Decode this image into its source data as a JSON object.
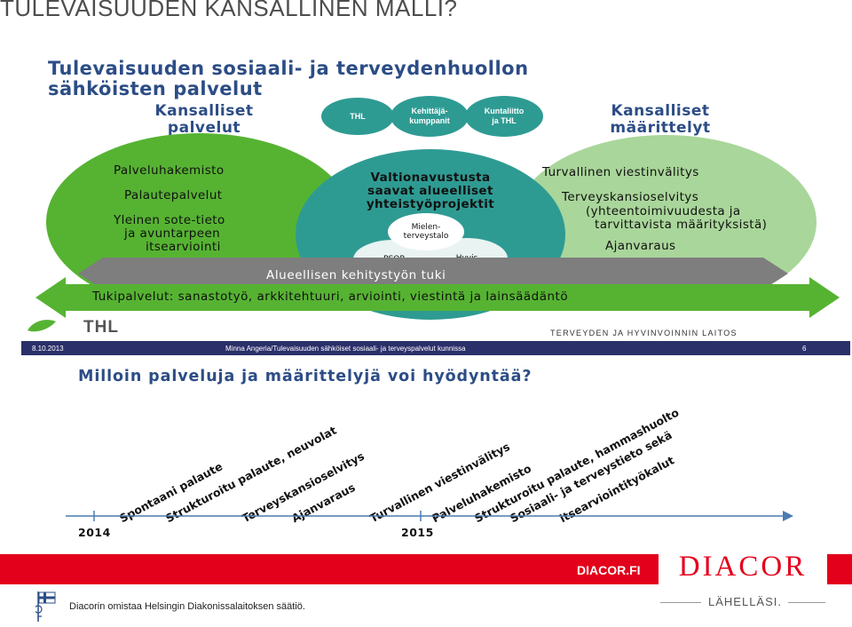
{
  "slide_title": "TULEVAISUUDEN KANSALLINEN MALLI?",
  "panel": {
    "title_line1": "Tulevaisuuden sosiaali- ja terveydenhuollon",
    "title_line2": "sähköisten palvelut",
    "left_head_line1": "Kansalliset",
    "left_head_line2": "palvelut",
    "right_head_line1": "Kansalliset",
    "right_head_line2": "määrittelyt",
    "pills": [
      {
        "line1": "THL",
        "line2": ""
      },
      {
        "line1": "Kehittäjä-",
        "line2": "kumppanit"
      },
      {
        "line1": "Kuntaliitto",
        "line2": "ja THL"
      }
    ],
    "left_items": [
      "Palveluhakemisto",
      "Palautepalvelut",
      "Yleinen sote-tieto",
      "ja avuntarpeen",
      "itsearviointi"
    ],
    "center_title": [
      "Valtionavustusta",
      "saavat alueelliset",
      "yhteistyöprojektit"
    ],
    "center_circles": [
      {
        "line1": "Mielen-",
        "line2": "terveystalo"
      },
      {
        "line1": "PSOP",
        "line2": ""
      },
      {
        "line1": "Hyvis",
        "line2": ""
      }
    ],
    "right_items": [
      "Turvallinen viestinvälitys",
      "Terveyskansioselvitys",
      "(yhteentoimivuudesta ja",
      "tarvittavista määrityksistä)",
      "Ajanvaraus"
    ],
    "band": "Alueellisen kehitystyön tuki",
    "support": "Tukipalvelut: sanastotyö, arkkitehtuuri, arviointi, viestintä ja lainsäädäntö",
    "thl_logo": "THL",
    "institute": "TERVEYDEN JA HYVINVOINNIN LAITOS",
    "footer_date": "8.10.2013",
    "footer_author": "Minna Angeria/Tulevaisuuden sähköiset sosiaali- ja terveyspalvelut kunnissa",
    "footer_page": "6"
  },
  "question": "Milloin palveluja ja määrittelyjä voi hyödyntää?",
  "timeline": {
    "years": [
      "2014",
      "2015"
    ],
    "labels_2014": [
      "Spontaani palaute",
      "Strukturoitu palaute, neuvolat",
      "Terveyskansioselvitys",
      "Ajanvaraus"
    ],
    "labels_2015": [
      "Turvallinen viestinvälitys",
      "Palveluhakemisto",
      "Strukturoitu palaute, hammashuolto",
      "Sosiaali- ja terveystieto sekä",
      "itsearviointityökalut"
    ]
  },
  "footer": {
    "url": "DIACOR.FI",
    "logo": "DIACOR",
    "tagline": "LÄHELLÄSI.",
    "owner": "Diacorin omistaa Helsingin Diakonissalaitoksen säätiö."
  },
  "colors": {
    "green": "#56b332",
    "teal": "#2e9b93",
    "light_green": "#a9d69a",
    "navy": "#2c4d86",
    "grey_band": "#7e7e7e",
    "red": "#e3001b"
  }
}
